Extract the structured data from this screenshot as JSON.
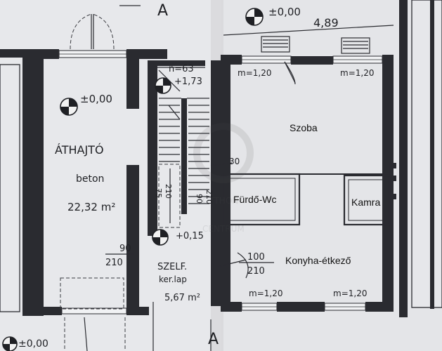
{
  "rooms": {
    "szoba": "Szoba",
    "furdo": "Fürdő-Wc",
    "kamra": "Kamra",
    "konyha": "Konyha-étkező",
    "athazto": "ÁTHAJTÓ",
    "athazto_material": "beton",
    "athazto_area": "22,32 m²"
  },
  "annotations": {
    "level_top": "±0,00",
    "dim_top": "4,89",
    "level_left": "±0,00",
    "level_bottom_left": "±0,00",
    "stair_n": "n=63",
    "stair_level": "+1,73",
    "stair_dim_a": "75",
    "stair_dim_b": "210",
    "stair_dim_c": "90",
    "stair_dim_d": "210",
    "landing_level": "+0,15",
    "door_left_w": "90",
    "door_left_h": "210",
    "door_kitchen_w": "100",
    "door_kitchen_h": "210",
    "dim_30": "30",
    "szelf": "SZELF.",
    "ker_lap": "ker.lap",
    "landing_area": "5,67 m²",
    "window_1": "m=1,20",
    "window_2": "m=1,20",
    "window_3": "m=1,20",
    "window_4": "m=1,20",
    "section_mark": "A"
  }
}
